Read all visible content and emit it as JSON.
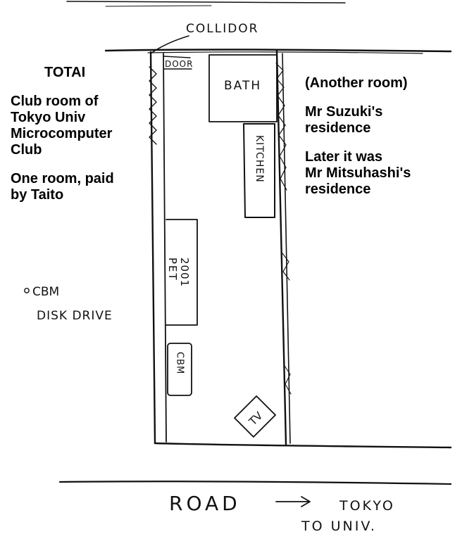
{
  "left_notes": {
    "title": "TOTAI",
    "line1": "Club room of",
    "line2": "Tokyo Univ",
    "line3": "Microcomputer",
    "line4": "Club",
    "line5": "One room, paid",
    "line6": "by Taito"
  },
  "right_notes": {
    "line1": "(Another room)",
    "line2": "Mr Suzuki's",
    "line3": "residence",
    "line4": "Later it was",
    "line5": "Mr Mitsuhashi's",
    "line6": "residence"
  },
  "sketch_labels": {
    "corridor": "COLLIDOR",
    "door": "DOOR",
    "bath": "BATH",
    "kitchen": "KITCHEN",
    "pet": "PET",
    "pet_model": "2001",
    "cbm_box": "CBM",
    "tv": "TV",
    "cbm_note": "CBM",
    "disk_drive": "DISK DRIVE",
    "road": "ROAD",
    "destination_line1": "TOKYO",
    "destination_line2": "TO UNIV."
  }
}
